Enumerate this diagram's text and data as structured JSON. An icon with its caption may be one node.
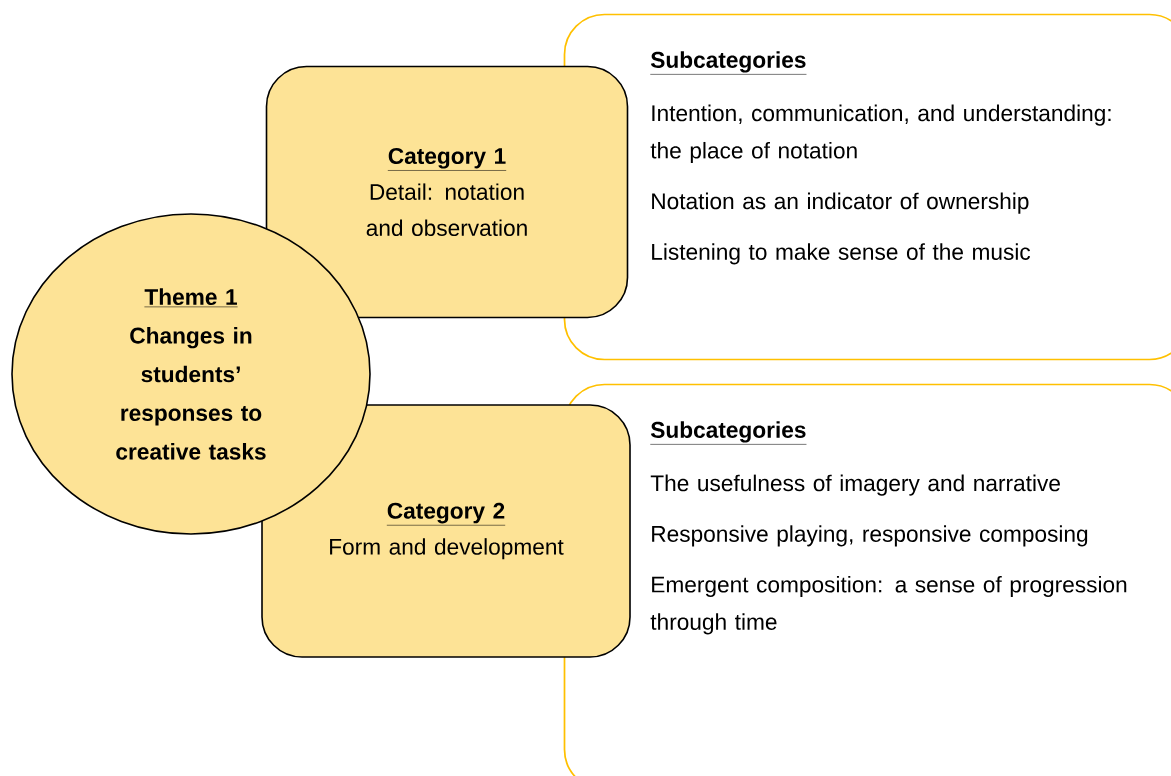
{
  "diagram": {
    "nodes": [
      {
        "text": [
          "Theme 1",
          "Changes in students’ responses to creative tasks"
        ]
      },
      {
        "text": [
          "Category 1",
          "Detail: notation and observation"
        ]
      },
      {
        "text": [
          "Subcategories",
          "Intention, communication, and understanding: the place of notation",
          "Notation as an indicator of ownership",
          "Listening to make sense of the music"
        ]
      },
      {
        "text": [
          "Category 2",
          "Form and development"
        ]
      },
      {
        "text": [
          "Subcategories",
          "The usefulness of imagery and narrative",
          "Responsive playing, responsive composing",
          "Emergent composition: a sense of progression through time"
        ]
      }
    ]
  }
}
